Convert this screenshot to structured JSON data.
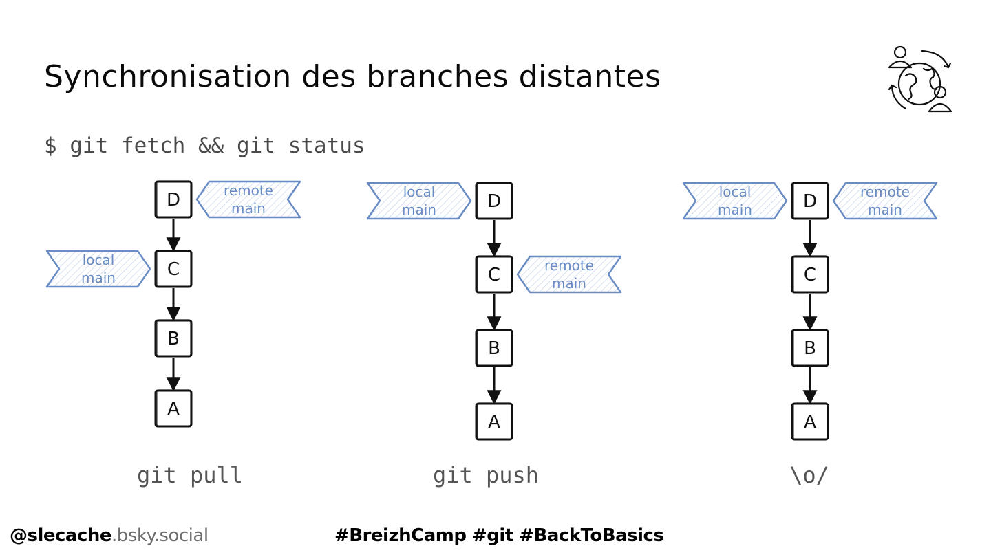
{
  "slide": {
    "title": "Synchronisation des branches distantes",
    "command": "$ git fetch && git status"
  },
  "colors": {
    "ref_tag": "#6a8cc4",
    "commit_stroke": "#111111",
    "caption": "#555555"
  },
  "panels": [
    {
      "caption": "git pull",
      "commits": [
        "D",
        "C",
        "B",
        "A"
      ],
      "refs": [
        {
          "lines": [
            "remote",
            "main"
          ],
          "commit": "D",
          "side": "right"
        },
        {
          "lines": [
            "local",
            "main"
          ],
          "commit": "C",
          "side": "left"
        }
      ]
    },
    {
      "caption": "git push",
      "commits": [
        "D",
        "C",
        "B",
        "A"
      ],
      "refs": [
        {
          "lines": [
            "local",
            "main"
          ],
          "commit": "D",
          "side": "left"
        },
        {
          "lines": [
            "remote",
            "main"
          ],
          "commit": "C",
          "side": "right"
        }
      ]
    },
    {
      "caption": "\\o/",
      "commits": [
        "D",
        "C",
        "B",
        "A"
      ],
      "refs": [
        {
          "lines": [
            "local",
            "main"
          ],
          "commit": "D",
          "side": "left"
        },
        {
          "lines": [
            "remote",
            "main"
          ],
          "commit": "D",
          "side": "right"
        }
      ]
    }
  ],
  "footer": {
    "handle_bold": "@slecache",
    "handle_light": ".bsky.social",
    "tags": "#BreizhCamp #git #BackToBasics"
  },
  "icons": {
    "top_right": "globe-people-sync-icon"
  }
}
